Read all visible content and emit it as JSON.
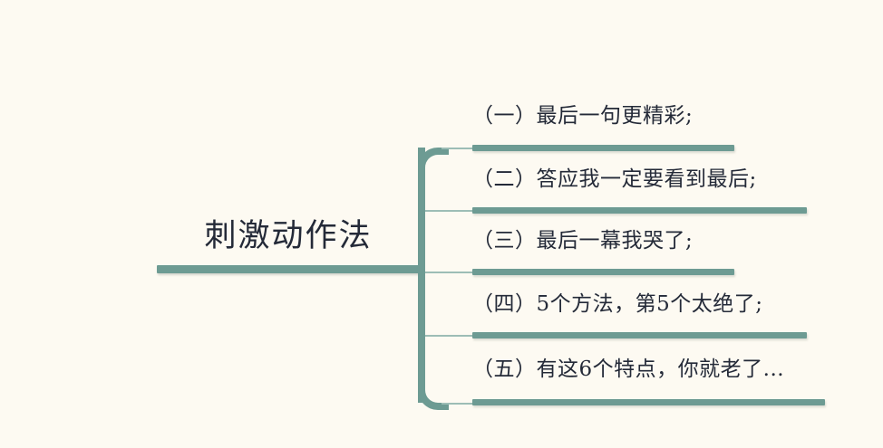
{
  "canvas": {
    "background_color": "#fdfaf2",
    "line_color": "#6d9b93",
    "thin_line_color": "#9dbdb6",
    "text_color": "#242a38"
  },
  "mindmap": {
    "root": {
      "label": "刺激动作法"
    },
    "branches": [
      {
        "index": "1",
        "label": "（一）最后一句更精彩;"
      },
      {
        "index": "2",
        "label": "（二）答应我一定要看到最后;"
      },
      {
        "index": "3",
        "label": "（三）最后一幕我哭了;"
      },
      {
        "index": "4",
        "label": "（四）5个方法，第5个太绝了;"
      },
      {
        "index": "5",
        "label": "（五）有这6个特点，你就老了..."
      }
    ]
  }
}
